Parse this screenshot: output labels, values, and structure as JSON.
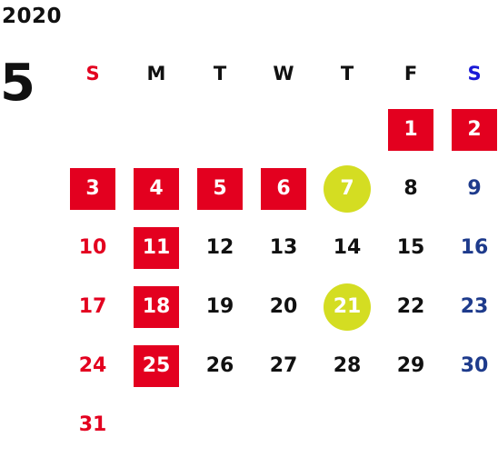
{
  "year": "2020",
  "month": "5",
  "colors": {
    "sunday": "#e3001f",
    "saturday": "#1e3b8c",
    "weekday": "#111111",
    "holiday_bg": "#e3001f",
    "event_bg": "#d4dd22",
    "sunday_header": "#e3001f",
    "saturday_header": "#1a1ad6"
  },
  "weekdays": [
    "S",
    "M",
    "T",
    "W",
    "T",
    "F",
    "S"
  ],
  "weeks": [
    [
      {
        "day": ""
      },
      {
        "day": ""
      },
      {
        "day": ""
      },
      {
        "day": ""
      },
      {
        "day": ""
      },
      {
        "day": "1",
        "mark": "holiday"
      },
      {
        "day": "2",
        "mark": "holiday"
      }
    ],
    [
      {
        "day": "3",
        "mark": "holiday"
      },
      {
        "day": "4",
        "mark": "holiday"
      },
      {
        "day": "5",
        "mark": "holiday"
      },
      {
        "day": "6",
        "mark": "holiday"
      },
      {
        "day": "7",
        "mark": "event"
      },
      {
        "day": "8"
      },
      {
        "day": "9"
      }
    ],
    [
      {
        "day": "10"
      },
      {
        "day": "11",
        "mark": "holiday"
      },
      {
        "day": "12"
      },
      {
        "day": "13"
      },
      {
        "day": "14"
      },
      {
        "day": "15"
      },
      {
        "day": "16"
      }
    ],
    [
      {
        "day": "17"
      },
      {
        "day": "18",
        "mark": "holiday"
      },
      {
        "day": "19"
      },
      {
        "day": "20"
      },
      {
        "day": "21",
        "mark": "event"
      },
      {
        "day": "22"
      },
      {
        "day": "23"
      }
    ],
    [
      {
        "day": "24"
      },
      {
        "day": "25",
        "mark": "holiday"
      },
      {
        "day": "26"
      },
      {
        "day": "27"
      },
      {
        "day": "28"
      },
      {
        "day": "29"
      },
      {
        "day": "30"
      }
    ],
    [
      {
        "day": "31"
      },
      {
        "day": ""
      },
      {
        "day": ""
      },
      {
        "day": ""
      },
      {
        "day": ""
      },
      {
        "day": ""
      },
      {
        "day": ""
      }
    ]
  ]
}
